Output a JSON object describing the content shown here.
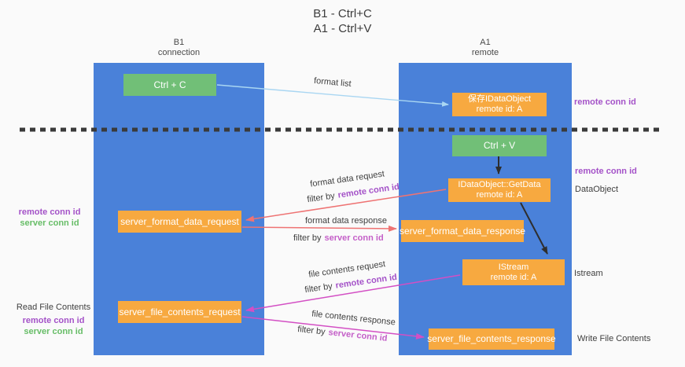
{
  "title": {
    "line1": "B1 - Ctrl+C",
    "line2": "A1 - Ctrl+V"
  },
  "lanes": {
    "left": {
      "name": "B1",
      "role": "connection"
    },
    "right": {
      "name": "A1",
      "role": "remote"
    }
  },
  "boxes": {
    "ctrl_c": {
      "label": "Ctrl + C"
    },
    "ctrl_v": {
      "label": "Ctrl + V"
    },
    "save_idataobject": {
      "line1": "保存IDataObject",
      "line2": "remote id: A"
    },
    "getdata": {
      "line1": "IDataObject::GetData",
      "line2": "remote id: A"
    },
    "istream": {
      "line1": "IStream",
      "line2": "remote id: A"
    },
    "format_request": {
      "label": "server_format_data_request"
    },
    "format_response": {
      "label": "server_format_data_response"
    },
    "file_request": {
      "label": "server_file_contents_request"
    },
    "file_response": {
      "label": "server_file_contents_response"
    }
  },
  "arrows": {
    "format_list": "format list",
    "format_data_request": "format data request",
    "format_data_response": "format data response",
    "file_contents_request": "file contents request",
    "file_contents_response": "file contents response",
    "filter_by": "filter by",
    "remote_conn_id": "remote conn id",
    "server_conn_id": "server conn id"
  },
  "side_labels": {
    "remote_conn_id": "remote conn id",
    "server_conn_id": "server conn id",
    "dataobject": "DataObject",
    "istream": "Istream",
    "read_file_contents": "Read File Contents",
    "write_file_contents": "Write File Contents"
  },
  "colors": {
    "lane_blue": "#4a81d9",
    "box_orange": "#f7a940",
    "box_green": "#71bf77",
    "arrow_salmon": "#ee7373",
    "arrow_magenta": "#d34fc4",
    "arrow_lightblue": "#a9d6f2",
    "arrow_black": "#2e2e2e",
    "text_purple": "#a452c8",
    "text_orchid": "#c45fc8",
    "text_green": "#67bd67"
  }
}
